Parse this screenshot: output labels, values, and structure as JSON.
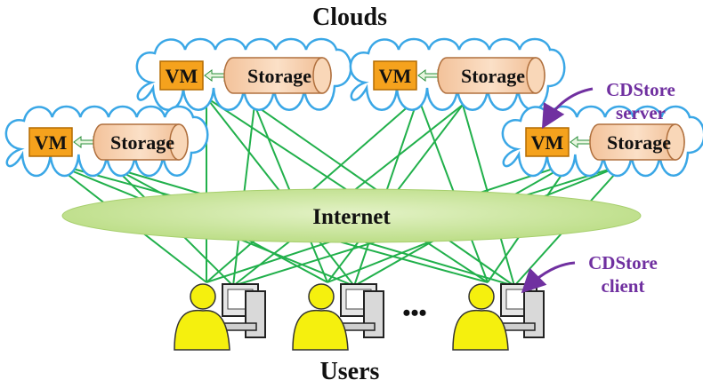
{
  "title_top": "Clouds",
  "title_bottom": "Users",
  "internet_label": "Internet",
  "vm_label": "VM",
  "storage_label": "Storage",
  "server_annotation": [
    "CDStore",
    "server"
  ],
  "client_annotation": [
    "CDStore",
    "client"
  ],
  "ellipsis": "•••",
  "colors": {
    "cloud_fill": "#ffffff",
    "cloud_stroke": "#3aa7e6",
    "vm_fill": "#f5a21d",
    "storage_fill": "#f7cfaa",
    "link": "#21b04b",
    "arrow": "#2a8f3a",
    "internet_fill": "#c8e59b",
    "annotation": "#7030a0",
    "user_fill": "#f5f00e"
  }
}
